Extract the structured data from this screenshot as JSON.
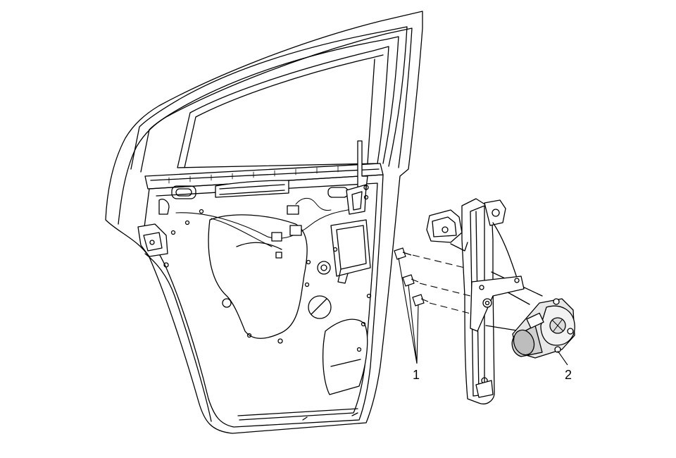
{
  "diagram": {
    "callouts": [
      {
        "id": "1",
        "label": "1"
      },
      {
        "id": "2",
        "label": "2"
      }
    ],
    "colors": {
      "line": "#000000",
      "background": "#ffffff",
      "shade": "#d9d9d9"
    }
  }
}
